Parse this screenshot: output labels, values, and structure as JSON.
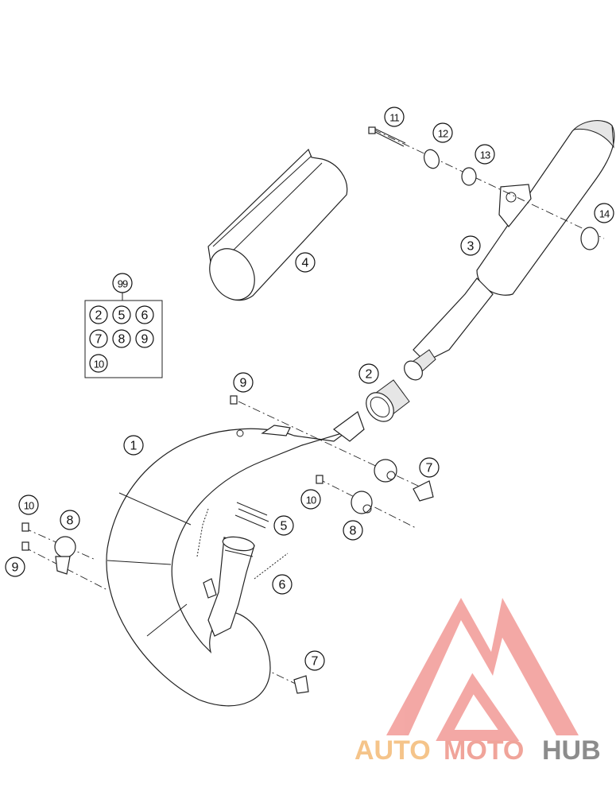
{
  "callouts": {
    "c1": "1",
    "c2a": "2",
    "c3": "3",
    "c4": "4",
    "c5": "5",
    "c6": "6",
    "c7a": "7",
    "c7b": "7",
    "c8a": "8",
    "c8b": "8",
    "c9a": "9",
    "c9b": "9",
    "c10a": "10",
    "c10b": "10",
    "c11": "11",
    "c12": "12",
    "c13": "13",
    "c14": "14"
  },
  "kit": {
    "number": "99",
    "items": [
      "2",
      "5",
      "6",
      "7",
      "8",
      "9",
      "10"
    ]
  },
  "watermark": {
    "part1": "AUTO",
    "part2": "MOTO",
    "part3": "HUB",
    "color1": "#f5c48a",
    "color2": "#f0a49a",
    "color3": "#8c8c8c",
    "logo_color": "#f29a96"
  }
}
